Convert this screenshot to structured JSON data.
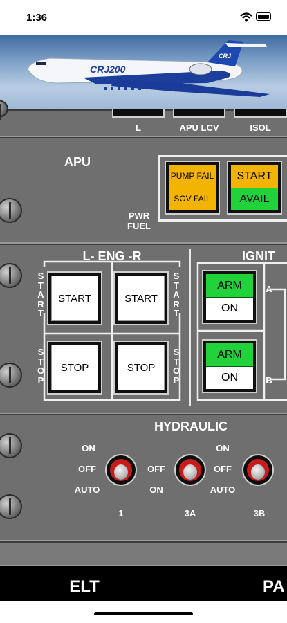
{
  "status_bar": {
    "time": "1:36"
  },
  "banner": {
    "aircraft_livery": "CRJ200",
    "tail_logo": "CRJ"
  },
  "top_strip": {
    "labels": [
      "L",
      "APU LCV",
      "ISOL"
    ]
  },
  "apu": {
    "title": "APU",
    "pwr_fuel_label": [
      "PWR",
      "FUEL"
    ],
    "pump_sov": {
      "top": "PUMP FAIL",
      "bottom": "SOV FAIL"
    },
    "start_avail": {
      "top": "START",
      "bottom": "AVAIL"
    }
  },
  "engine": {
    "title": "L- ENG -R",
    "start_label": "START",
    "stop_label": "STOP",
    "side_start": "START",
    "side_stop": "STOP"
  },
  "ignition": {
    "title": "IGNIT",
    "a_label": "A",
    "b_label": "B",
    "arm_label": "ARM",
    "on_label": "ON"
  },
  "hydraulic": {
    "title": "HYDRAULIC",
    "pos_on": "ON",
    "pos_off": "OFF",
    "pos_auto": "AUTO",
    "pumps": [
      "1",
      "3A",
      "3B"
    ]
  },
  "footer": {
    "left": "ELT",
    "right": "PA"
  },
  "colors": {
    "amber": "#f2b400",
    "green": "#22d23a",
    "panel": "#6f6f6f",
    "knob_red": "#c61c1c"
  }
}
